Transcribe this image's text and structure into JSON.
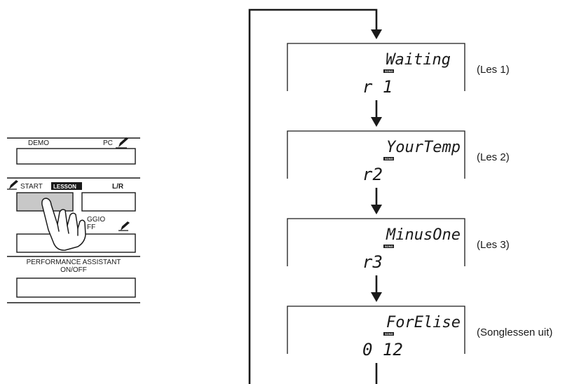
{
  "panel": {
    "demo_label": "DEMO",
    "pc_label": "PC",
    "start_label": "START",
    "lesson_badge": "LESSON",
    "lr_label": "L/R",
    "arpeggio_partial_1": "GGIO",
    "arpeggio_partial_2": "FF",
    "performance_assistant_line1": "PERFORMANCE ASSISTANT",
    "performance_assistant_line2": "ON/OFF"
  },
  "displays": [
    {
      "top": "Waiting",
      "song": "SONG",
      "bottom": "r 1",
      "label": "(Les 1)"
    },
    {
      "top": "YourTemp",
      "song": "SONG",
      "bottom": "r2",
      "label": "(Les 2)"
    },
    {
      "top": "MinusOne",
      "song": "SONG",
      "bottom": "r3",
      "label": "(Les 3)"
    },
    {
      "top": "ForElise",
      "song": "SONG",
      "bottom": "0 12",
      "label": "(Songlessen uit)"
    }
  ],
  "colors": {
    "line": "#1a1a1a",
    "pressed_button": "#c8c8c8",
    "badge_bg": "#1a1a1a"
  },
  "icons": [
    "pen-icon",
    "hand-pointer-icon",
    "arrow-down-icon"
  ]
}
